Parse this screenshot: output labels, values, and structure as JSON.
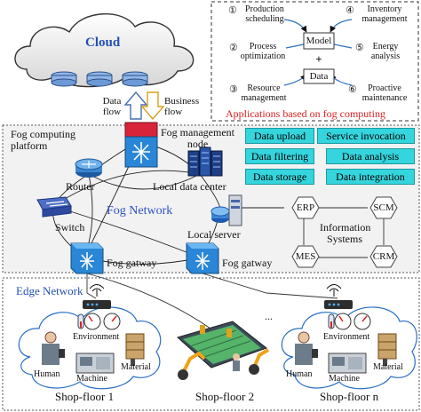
{
  "cloud": {
    "label": "Cloud"
  },
  "flows": {
    "data_flow": "Data\nflow",
    "business_flow": "Business\nflow"
  },
  "applications": {
    "center": "Model",
    "center2": "Data",
    "plus": "+",
    "items": [
      {
        "num": "①",
        "label": "Production\nscheduling"
      },
      {
        "num": "④",
        "label": "Inventory\nmanagement"
      },
      {
        "num": "②",
        "label": "Process\noptimization"
      },
      {
        "num": "⑤",
        "label": "Energy\nanalysis"
      },
      {
        "num": "③",
        "label": "Resource\nmanagement"
      },
      {
        "num": "⑥",
        "label": "Proactive\nmaintenance"
      }
    ],
    "caption": "Applications based on fog computing",
    "caption_color": "#e0201f"
  },
  "fog": {
    "platform_label": "Fog computing\nplatform",
    "management_node": "Fog management\nnode",
    "router": "Router",
    "switch": "Switch",
    "network": "Fog Network",
    "local_data_center": "Local data center",
    "local_server": "Local server",
    "gateway_left": "Fog gatway",
    "gateway_right": "Fog gatway",
    "network_color": "#2b4fc4"
  },
  "services": [
    "Data upload",
    "Service invocation",
    "Data filtering",
    "Data analysis",
    "Data storage",
    "Data integration"
  ],
  "information_systems": {
    "label": "Information\nSystems",
    "nodes": [
      "ERP",
      "SCM",
      "MES",
      "CRM"
    ]
  },
  "edge": {
    "label": "Edge Network",
    "ellipsis": "...",
    "shopfloor1": {
      "title": "Shop-floor 1",
      "environment": "Environment",
      "human": "Human",
      "machine": "Machine",
      "material": "Material"
    },
    "shopfloor2": {
      "title": "Shop-floor 2"
    },
    "shopfloorn": {
      "title": "Shop-floor n",
      "environment": "Environment",
      "human": "Human",
      "machine": "Machine",
      "material": "Material"
    }
  }
}
